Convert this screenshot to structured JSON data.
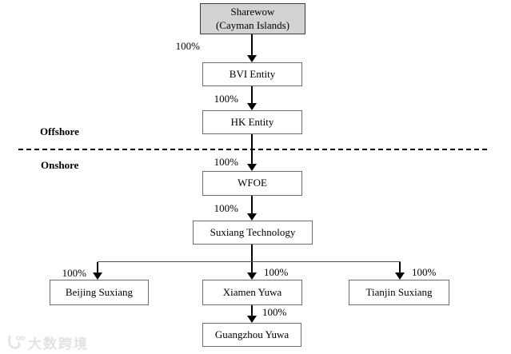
{
  "diagram": {
    "regions": {
      "offshore_label": "Offshore",
      "onshore_label": "Onshore"
    },
    "nodes": {
      "sharewow": {
        "line1": "Sharewow",
        "line2": "(Cayman Islands)"
      },
      "bvi": {
        "label": "BVI Entity"
      },
      "hk": {
        "label": "HK Entity"
      },
      "wfoe": {
        "label": "WFOE"
      },
      "suxiang_tech": {
        "label": "Suxiang Technology"
      },
      "beijing": {
        "label": "Beijing Suxiang"
      },
      "xiamen": {
        "label": "Xiamen Yuwa"
      },
      "tianjin": {
        "label": "Tianjin Suxiang"
      },
      "guangzhou": {
        "label": "Guangzhou Yuwa"
      }
    },
    "edges": {
      "sharewow_bvi": {
        "label": "100%"
      },
      "bvi_hk": {
        "label": "100%"
      },
      "hk_wfoe": {
        "label": "100%"
      },
      "wfoe_suxiang": {
        "label": "100%"
      },
      "suxiang_beijing": {
        "label": "100%"
      },
      "suxiang_xiamen": {
        "label": "100%"
      },
      "suxiang_tianjin": {
        "label": "100%"
      },
      "xiamen_guangzhou": {
        "label": "100%"
      }
    },
    "colors": {
      "root_node_fill": "#d3d3d3",
      "node_fill": "#ffffff",
      "node_border": "#6e6e6e",
      "connector": "#000000",
      "watermark": "#e2e2e2"
    }
  },
  "watermark": {
    "text": "大数跨境"
  }
}
